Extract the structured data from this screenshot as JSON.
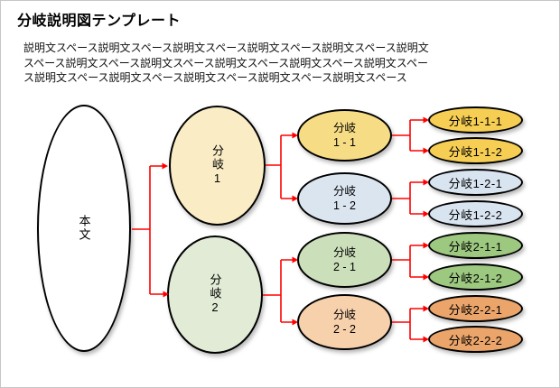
{
  "page": {
    "title": "分岐説明図テンプレート",
    "description_lines": [
      "説明文スペース説明文スペース説明文スペース説明文スペース説明文スペース説明文",
      "スペース説明文スペース説明文スペース説明文スペース説明文スペース説明文スペー",
      "ス説明文スペース説明文スペース説明文スペース説明文スペース説明文スペース"
    ]
  },
  "diagram": {
    "connector_color": "#ff0000",
    "root": {
      "label": "本文",
      "fill": "#ffffff"
    },
    "level2": [
      {
        "label": "分岐1",
        "fill": "#faedc5"
      },
      {
        "label": "分岐2",
        "fill": "#e1ebd6"
      }
    ],
    "level3": [
      {
        "label": "分岐\n1 - 1",
        "fill": "#f6dd85"
      },
      {
        "label": "分岐\n1 - 2",
        "fill": "#dbe5f0"
      },
      {
        "label": "分岐\n2 - 1",
        "fill": "#cbdfba"
      },
      {
        "label": "分岐\n2 - 2",
        "fill": "#f7d0ac"
      }
    ],
    "level4": [
      {
        "label": "分岐1-1-1",
        "fill": "#f6ce53"
      },
      {
        "label": "分岐1-1-2",
        "fill": "#f6ce53"
      },
      {
        "label": "分岐1-2-1",
        "fill": "#d9e4f1"
      },
      {
        "label": "分岐1-2-2",
        "fill": "#d9e4f1"
      },
      {
        "label": "分岐2-1-1",
        "fill": "#9dc880"
      },
      {
        "label": "分岐2-1-2",
        "fill": "#9dc880"
      },
      {
        "label": "分岐2-2-1",
        "fill": "#eba56a"
      },
      {
        "label": "分岐2-2-2",
        "fill": "#eba56a"
      }
    ]
  }
}
